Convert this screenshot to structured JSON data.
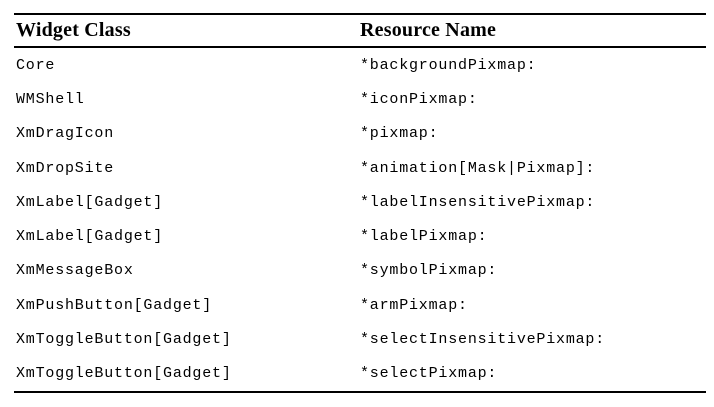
{
  "table": {
    "columns": [
      {
        "label": "Widget Class"
      },
      {
        "label": "Resource Name"
      }
    ],
    "rows": [
      {
        "widget_class": "Core",
        "resource_name": "*backgroundPixmap:"
      },
      {
        "widget_class": "WMShell",
        "resource_name": "*iconPixmap:"
      },
      {
        "widget_class": "XmDragIcon",
        "resource_name": "*pixmap:"
      },
      {
        "widget_class": "XmDropSite",
        "resource_name": "*animation[Mask|Pixmap]:"
      },
      {
        "widget_class": "XmLabel[Gadget]",
        "resource_name": "*labelInsensitivePixmap:"
      },
      {
        "widget_class": "XmLabel[Gadget]",
        "resource_name": "*labelPixmap:"
      },
      {
        "widget_class": "XmMessageBox",
        "resource_name": "*symbolPixmap:"
      },
      {
        "widget_class": "XmPushButton[Gadget]",
        "resource_name": "*armPixmap:"
      },
      {
        "widget_class": "XmToggleButton[Gadget]",
        "resource_name": "*selectInsensitivePixmap:"
      },
      {
        "widget_class": "XmToggleButton[Gadget]",
        "resource_name": "*selectPixmap:"
      }
    ],
    "colors": {
      "text": "#000000",
      "background": "#ffffff",
      "rule": "#000000"
    }
  }
}
